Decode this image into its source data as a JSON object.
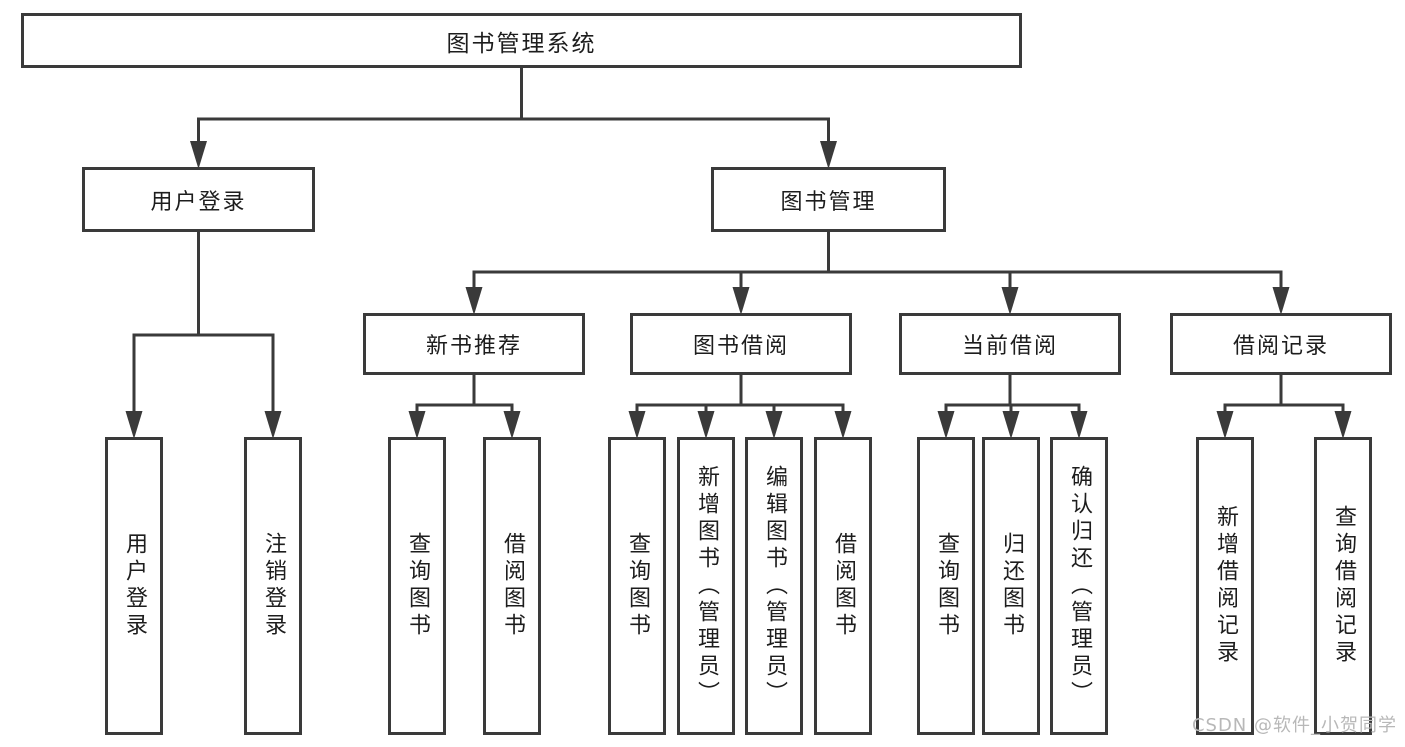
{
  "diagram": {
    "root": {
      "label": "图书管理系统"
    },
    "level2": [
      {
        "label": "用户登录",
        "children": [
          {
            "label": "用户登录"
          },
          {
            "label": "注销登录"
          }
        ]
      },
      {
        "label": "图书管理"
      }
    ],
    "level3": [
      {
        "label": "新书推荐",
        "children": [
          {
            "label": "查询图书"
          },
          {
            "label": "借阅图书"
          }
        ]
      },
      {
        "label": "图书借阅",
        "children": [
          {
            "label": "查询图书"
          },
          {
            "label": "新增图书（管理员）"
          },
          {
            "label": "编辑图书（管理员）"
          },
          {
            "label": "借阅图书"
          }
        ]
      },
      {
        "label": "当前借阅",
        "children": [
          {
            "label": "查询图书"
          },
          {
            "label": "归还图书"
          },
          {
            "label": "确认归还（管理员）"
          }
        ]
      },
      {
        "label": "借阅记录",
        "children": [
          {
            "label": "新增借阅记录"
          },
          {
            "label": "查询借阅记录"
          }
        ]
      }
    ]
  },
  "watermark": {
    "text": "CSDN @软件_小贺同学"
  },
  "colors": {
    "background": "#ffffff",
    "line": "#3a3a3a",
    "border": "#3a3a3a",
    "text": "#1d1d1d",
    "watermark": "#b8b8b8"
  }
}
